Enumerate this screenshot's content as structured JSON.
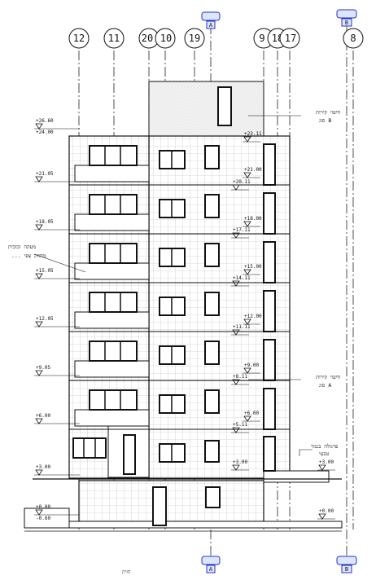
{
  "grid_axes": [
    {
      "id": "12",
      "label": "12"
    },
    {
      "id": "11",
      "label": "11"
    },
    {
      "id": "20",
      "label": "20"
    },
    {
      "id": "10",
      "label": "10"
    },
    {
      "id": "19",
      "label": "19"
    },
    {
      "id": "9",
      "label": "9"
    },
    {
      "id": "18",
      "label": "18"
    },
    {
      "id": "17",
      "label": "17"
    },
    {
      "id": "8",
      "label": "8"
    }
  ],
  "section_markers": [
    {
      "id": "top-a",
      "label": "A"
    },
    {
      "id": "top-b",
      "label": "B"
    },
    {
      "id": "bottom-a",
      "label": "A"
    },
    {
      "id": "bottom-b",
      "label": "B"
    }
  ],
  "left_levels": [
    {
      "id": "roof",
      "label": "+26.60",
      "sub": "+24.00"
    },
    {
      "id": "f7",
      "label": "+21.05"
    },
    {
      "id": "f6",
      "label": "+18.05"
    },
    {
      "id": "f5",
      "label": "+15.05"
    },
    {
      "id": "f4",
      "label": "+12.05"
    },
    {
      "id": "f3",
      "label": "+9.05"
    },
    {
      "id": "f2",
      "label": "+6.00"
    },
    {
      "id": "f1",
      "label": "+3.00"
    },
    {
      "id": "ground",
      "label": "+0.00",
      "sub": "-0.60"
    }
  ],
  "right_levels": [
    {
      "id": "r7",
      "label": "+23.11"
    },
    {
      "id": "r6",
      "label": "+21.00"
    },
    {
      "id": "r6b",
      "label": "+20.11"
    },
    {
      "id": "r5",
      "label": "+18.00"
    },
    {
      "id": "r5b",
      "label": "+17.11"
    },
    {
      "id": "r4",
      "label": "+15.00"
    },
    {
      "id": "r4b",
      "label": "+14.11"
    },
    {
      "id": "r3",
      "label": "+12.00"
    },
    {
      "id": "r3b",
      "label": "+11.11"
    },
    {
      "id": "r2",
      "label": "+9.00"
    },
    {
      "id": "r2b",
      "label": "+8.11"
    },
    {
      "id": "r1",
      "label": "+6.00"
    },
    {
      "id": "r1b",
      "label": "+5.11"
    },
    {
      "id": "r0",
      "label": "+3.00"
    },
    {
      "id": "r0b",
      "label": "+3.00"
    },
    {
      "id": "r-1",
      "label": "+0.00"
    }
  ],
  "notes": [
    {
      "id": "note-cladding-b",
      "line1": "חיפוי קירות",
      "line2": "סוג B"
    },
    {
      "id": "note-railing",
      "line1": "מעקה זכוכית",
      "line2": "... מחוזק צפי"
    },
    {
      "id": "note-cladding-a",
      "line1": "חיפוי קירות",
      "line2": "סוג A"
    },
    {
      "id": "note-pergola",
      "line1": "פרגולה בגמר",
      "line2": "טבעי"
    }
  ],
  "footer_label": "חזית"
}
